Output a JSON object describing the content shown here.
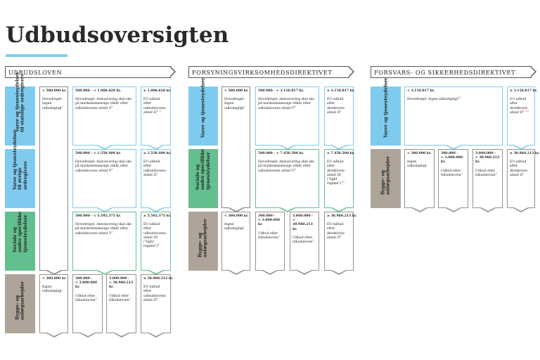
{
  "title": "Udbudsoversigten",
  "sections": [
    {
      "heading": "UDBUDSLOVEN"
    },
    {
      "heading": "FORSYNINGSVIRKSOMHEDSDIREKTIVET"
    },
    {
      "heading": "FORSVARS- OG SIKKERHEDSDIREKTIVET"
    }
  ],
  "categories": {
    "s1_vt": "Varer og tjenesteydelser\ntil statslige ordregivere",
    "s1_vo": "Varer og tjenesteydelser\ntil øvrige\nordregivere",
    "s1_soc": "Sociale og\nandre specifikke\ntjenesteydelser",
    "s1_byg": "Bygge- og\nanlægsarbejder",
    "s2_vt": "Varer og tjenesteydelser",
    "s2_soc": "Sociale og\nandre specifikke\ntjenesteydelser",
    "s2_byg": "Bygge- og\nanlægsarbejder",
    "s3_vt": "Varer og tjenesteydelser",
    "s3_byg": "Bygge- og\nanlægsarbejder"
  },
  "boxes": {
    "s1_low": {
      "hd": "< 500.000 kr.",
      "bd": "Hovedregel:\nIngen\nudbudspligt",
      "sup": "1"
    },
    "s1_vt_mid": {
      "hd": "500.000 - < 1.006.628 kr.",
      "bd": "Hovedregel: Annoncering skal ske\npå markedsmæssige vilkår efter\nudbudslovens afsnit V",
      "sup": "3"
    },
    "s1_vt_high": {
      "hd": "≥ 1.006.628 kr.",
      "bd": "EU-udbud\nefter\nudbudslovens\nafsnit II",
      "sup": "1, 2"
    },
    "s1_vo_mid": {
      "hd": "500.000 - < 1.558.409 kr.",
      "bd": "Hovedregel: Annoncering skal ske\npå markedsmæssige vilkår efter\nudbudslovens afsnit V",
      "sup": "3"
    },
    "s1_vo_high": {
      "hd": "≥ 1.558.409 kr.",
      "bd": "EU-udbud\nefter\nudbudslovens\nafsnit II",
      "sup": "2"
    },
    "s1_soc_mid": {
      "hd": "500.000 - < 5.592.375 kr.",
      "bd": "Hovedregel: Annoncering skal ske\npå markedsmæssige vilkår efter\nudbudslovens afsnit V",
      "sup": "3"
    },
    "s1_soc_high": {
      "hd": "≥ 5.592.375 kr.",
      "bd": "EU-udbud\nefter\nudbudslovens\nafsnit III\n(\"light\nregime\")",
      "sup": "4"
    },
    "s1_byg_low": {
      "hd": "< 300.000 kr.",
      "bd": "Ingen\nudbudspligt",
      "sup": ""
    },
    "s1_byg_m1": {
      "hd": "300.000 -\n< 3.000.000 kr.",
      "bd": "Udbud efter\ntilbudsloven",
      "sup": "5"
    },
    "s1_byg_m2": {
      "hd": "3.000.000 -\n< 38.960.213 kr.",
      "bd": "Udbud efter\ntilbudsloven",
      "sup": "5"
    },
    "s1_byg_high": {
      "hd": "≥ 38.960.213 kr.",
      "bd": "EU-udbud\nefter\nudbudslovens\nafsnit II",
      "sup": "6"
    },
    "s2_low": {
      "hd": "< 500.000 kr.",
      "bd": "Hovedregel:\nIngen\nudbudspligt",
      "sup": "7"
    },
    "s2_vt_mid": {
      "hd": "500.000 - < 3.116.817 kr.",
      "bd": "Hovedregel: Annoncering skal ske\npå markedsmæssige vilkår efter\nudbudslovens afsnit V",
      "sup": "8"
    },
    "s2_vt_high": {
      "hd": "≥ 3.116.817 kr.",
      "bd": "EU-udbud\nefter\ndirektivets\nafsnit II",
      "sup": "9"
    },
    "s2_soc_mid": {
      "hd": "500.000 - < 7.456.500 kr.",
      "bd": "Hovedregel: Annoncering skal ske\npå markedsmæssige vilkår efter\nudbudslovens afsnit V",
      "sup": "8"
    },
    "s2_soc_high": {
      "hd": "≥ 7.456.500 kr.",
      "bd": "EU-udbud\nefter\ndirektivets\nafsnit III\n(\"light\nregime\")",
      "sup": "10"
    },
    "s2_byg_low": {
      "hd": "< 300.000 kr.",
      "bd": "Ingen\nudbudspligt",
      "sup": ""
    },
    "s2_byg_m1": {
      "hd": "300.000 -\n< 3.000.000 kr.",
      "bd": "Udbud efter\ntilbudsloven",
      "sup": "5"
    },
    "s2_byg_m2": {
      "hd": "3.000.000 -\n< 38.960.213 kr.",
      "bd": "Udbud efter\ntilbudsloven",
      "sup": "5"
    },
    "s2_byg_high": {
      "hd": "≥ 38.960.213 kr.",
      "bd": "EU-udbud\nefter\ndirektivets\nafsnit II",
      "sup": "9"
    },
    "s3_vt_low": {
      "hd": "< 3.116.817 kr.",
      "bd": "Hovedregel: Ingen udbudspligt",
      "sup": "11"
    },
    "s3_vt_high": {
      "hd": "≥ 3.116.817 kr.",
      "bd": "EU-udbud\nefter\ndirektivets\nafsnit II",
      "sup": "9, 12"
    },
    "s3_byg_low": {
      "hd": "< 300.000 kr.",
      "bd": "Ingen\nudbudspligt",
      "sup": ""
    },
    "s3_byg_m1": {
      "hd": "300.000 -\n< 3.000.000 kr.",
      "bd": "Udbud efter\ntilbudsloven",
      "sup": "5"
    },
    "s3_byg_m2": {
      "hd": "3.000.000 -\n< 38.960.213 kr.",
      "bd": "Udbud efter\ntilbudsloven",
      "sup": "5"
    },
    "s3_byg_high": {
      "hd": "≥ 38.960.213 kr.",
      "bd": "EU-udbud\nefter\ndirektivets\nafsnit II",
      "sup": "9"
    }
  },
  "colors": {
    "accent": "#7fd0ea",
    "goods_services": "#7fcbef",
    "social_services": "#64bf8e",
    "construction": "#aea49a"
  }
}
